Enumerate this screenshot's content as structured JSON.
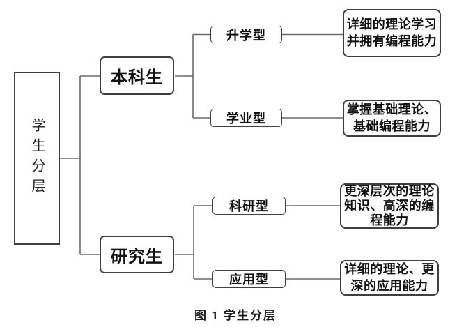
{
  "diagram": {
    "root": {
      "label": "学生分层"
    },
    "branches": [
      {
        "label": "本科生",
        "children": [
          {
            "label": "升学型",
            "outcome_lines": [
              "详细的理论学习",
              "并拥有编程能力"
            ]
          },
          {
            "label": "学业型",
            "outcome_lines": [
              "掌握基础理论、",
              "基础编程能力"
            ]
          }
        ]
      },
      {
        "label": "研究生",
        "children": [
          {
            "label": "科研型",
            "outcome_lines": [
              "更深层次的理论",
              "知识、高深的编",
              "程能力"
            ]
          },
          {
            "label": "应用型",
            "outcome_lines": [
              "详细的理论、更",
              "深的应用能力"
            ]
          }
        ]
      }
    ],
    "caption": "图 1 学生分层"
  },
  "colors": {
    "background": "#ffffff",
    "box_border": "#3f3f3f",
    "connector_line": "#6a6a6a",
    "text": "#111111"
  }
}
